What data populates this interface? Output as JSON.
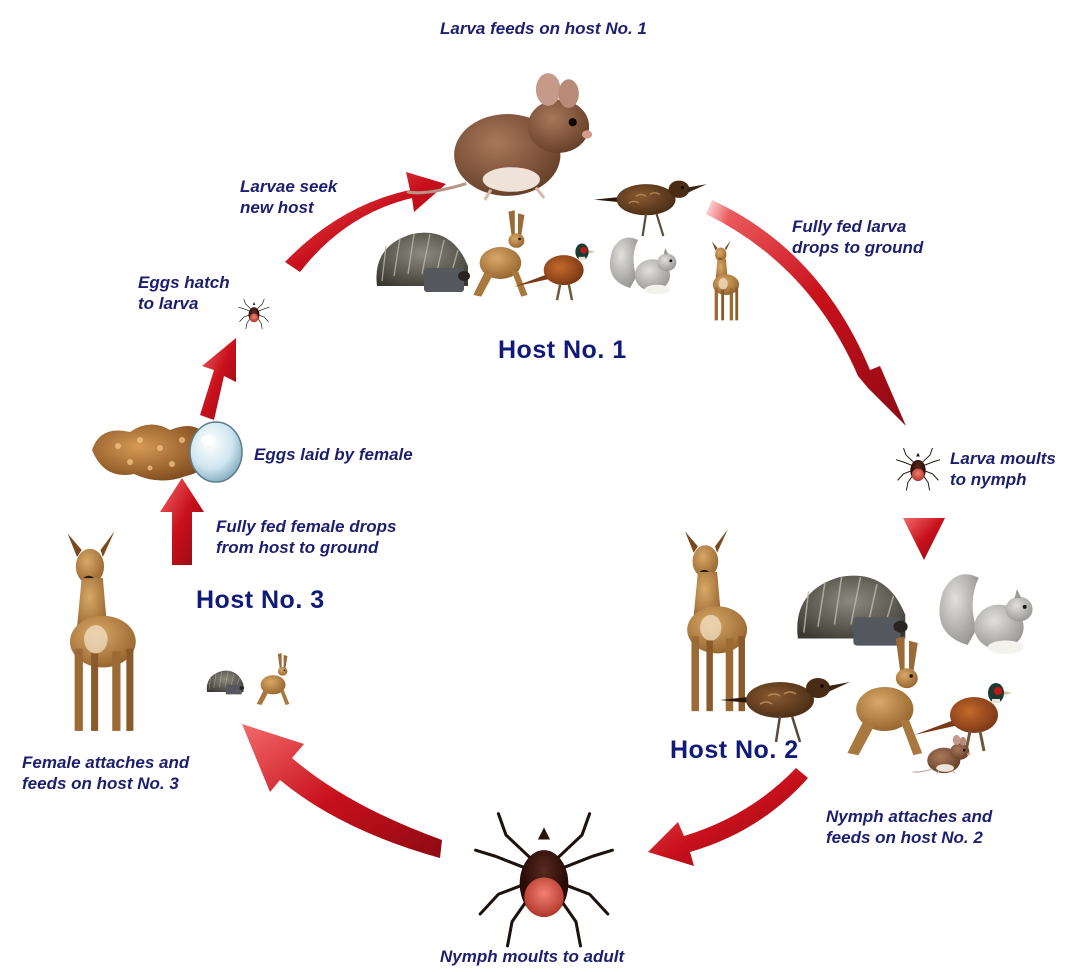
{
  "captions": {
    "larva_feeds": "Larva feeds on host No. 1",
    "larvae_seek": "Larvae seek\nnew host",
    "fully_fed_larva": "Fully fed larva\ndrops to ground",
    "eggs_hatch": "Eggs hatch\nto larva",
    "eggs_laid": "Eggs laid by female",
    "larva_moults": "Larva moults\nto nymph",
    "female_drops": "Fully fed female drops\nfrom host to ground",
    "female_attaches": "Female attaches and\nfeeds on host No. 3",
    "nymph_attaches": "Nymph attaches and\nfeeds on host No. 2",
    "nymph_moults": "Nymph moults to adult"
  },
  "hosts": {
    "host1": "Host No. 1",
    "host2": "Host No. 2",
    "host3": "Host No. 3"
  },
  "colors": {
    "caption_text": "#1c1f6e",
    "host_text": "#101a78",
    "arrow": "#c8101c",
    "arrow_dark": "#8e0a12"
  },
  "icons": {
    "host1_group": [
      "mouse-icon",
      "hedgehog-icon",
      "hare-icon",
      "pheasant-icon",
      "squirrel-icon",
      "deer-icon",
      "bird-icon"
    ],
    "host2_group": [
      "deer-icon",
      "hedgehog-icon",
      "squirrel-icon",
      "bird-icon",
      "hare-icon",
      "pheasant-icon",
      "mouse-icon"
    ],
    "host3_group": [
      "deer-icon",
      "hedgehog-icon",
      "hare-icon"
    ],
    "tick_stages": [
      "larva-icon",
      "nymph-icon",
      "adult-tick-icon",
      "eggs-icon"
    ]
  }
}
